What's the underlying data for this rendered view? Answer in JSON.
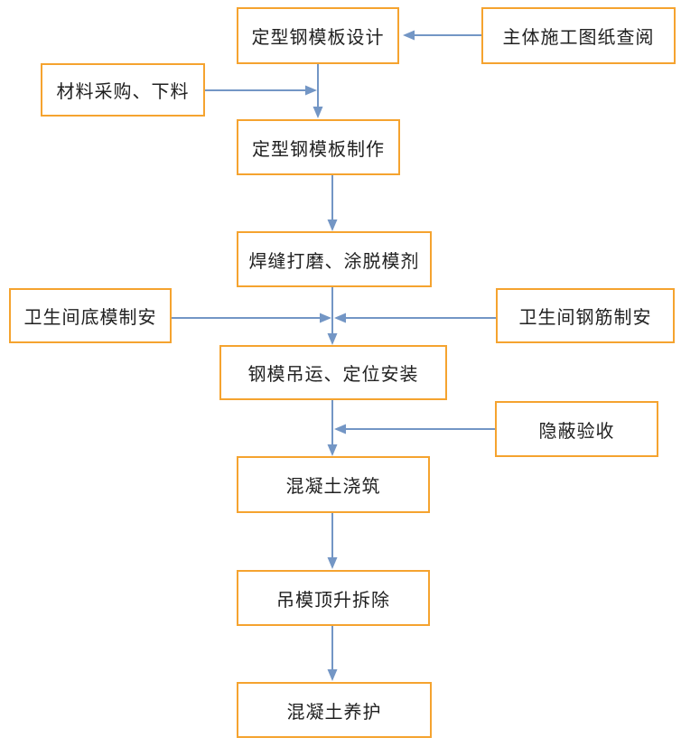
{
  "diagram": {
    "type": "flowchart",
    "background": "#ffffff",
    "colors": {
      "box_border": "#f5a32f",
      "arrow": "#7396c5",
      "text": "#212121"
    },
    "nodes": {
      "design": {
        "label": "定型钢模板设计"
      },
      "review": {
        "label": "主体施工图纸查阅"
      },
      "material": {
        "label": "材料采购、下料"
      },
      "fabrication": {
        "label": "定型钢模板制作"
      },
      "grinding": {
        "label": "焊缝打磨、涂脱模剂"
      },
      "bottom_form": {
        "label": "卫生间底模制安"
      },
      "rebar": {
        "label": "卫生间钢筋制安"
      },
      "hoisting": {
        "label": "钢模吊运、定位安装"
      },
      "inspection": {
        "label": "隐蔽验收"
      },
      "pouring": {
        "label": "混凝土浇筑"
      },
      "removal": {
        "label": "吊模顶升拆除"
      },
      "curing": {
        "label": "混凝土养护"
      }
    },
    "edges": [
      {
        "from": "主体施工图纸查阅",
        "to": "定型钢模板设计"
      },
      {
        "from": "定型钢模板设计",
        "to": "定型钢模板制作"
      },
      {
        "from": "材料采购、下料",
        "to": "定型钢模板制作"
      },
      {
        "from": "定型钢模板制作",
        "to": "焊缝打磨、涂脱模剂"
      },
      {
        "from": "焊缝打磨、涂脱模剂",
        "to": "钢模吊运、定位安装"
      },
      {
        "from": "卫生间底模制安",
        "to": "钢模吊运、定位安装"
      },
      {
        "from": "卫生间钢筋制安",
        "to": "钢模吊运、定位安装"
      },
      {
        "from": "钢模吊运、定位安装",
        "to": "混凝土浇筑"
      },
      {
        "from": "隐蔽验收",
        "to": "混凝土浇筑"
      },
      {
        "from": "混凝土浇筑",
        "to": "吊模顶升拆除"
      },
      {
        "from": "吊模顶升拆除",
        "to": "混凝土养护"
      }
    ]
  }
}
